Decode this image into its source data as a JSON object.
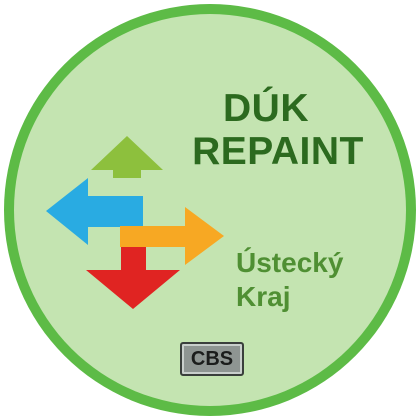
{
  "title": {
    "line1": "DÚK",
    "line2": "REPAINT"
  },
  "region": {
    "line1": "Ústecký",
    "line2": "Kraj"
  },
  "logo": {
    "text": "CBS"
  },
  "colors": {
    "ring": "#5dbb46",
    "face": "#c4e4b1",
    "title": "#2c6a1f",
    "region": "#4f8f33",
    "arrow_up": "#8dc03d",
    "arrow_left": "#29abe2",
    "arrow_right": "#f7a823",
    "arrow_down": "#e02422"
  },
  "icons": [
    "arrow-up-icon",
    "arrow-left-icon",
    "arrow-right-icon",
    "arrow-down-icon"
  ]
}
